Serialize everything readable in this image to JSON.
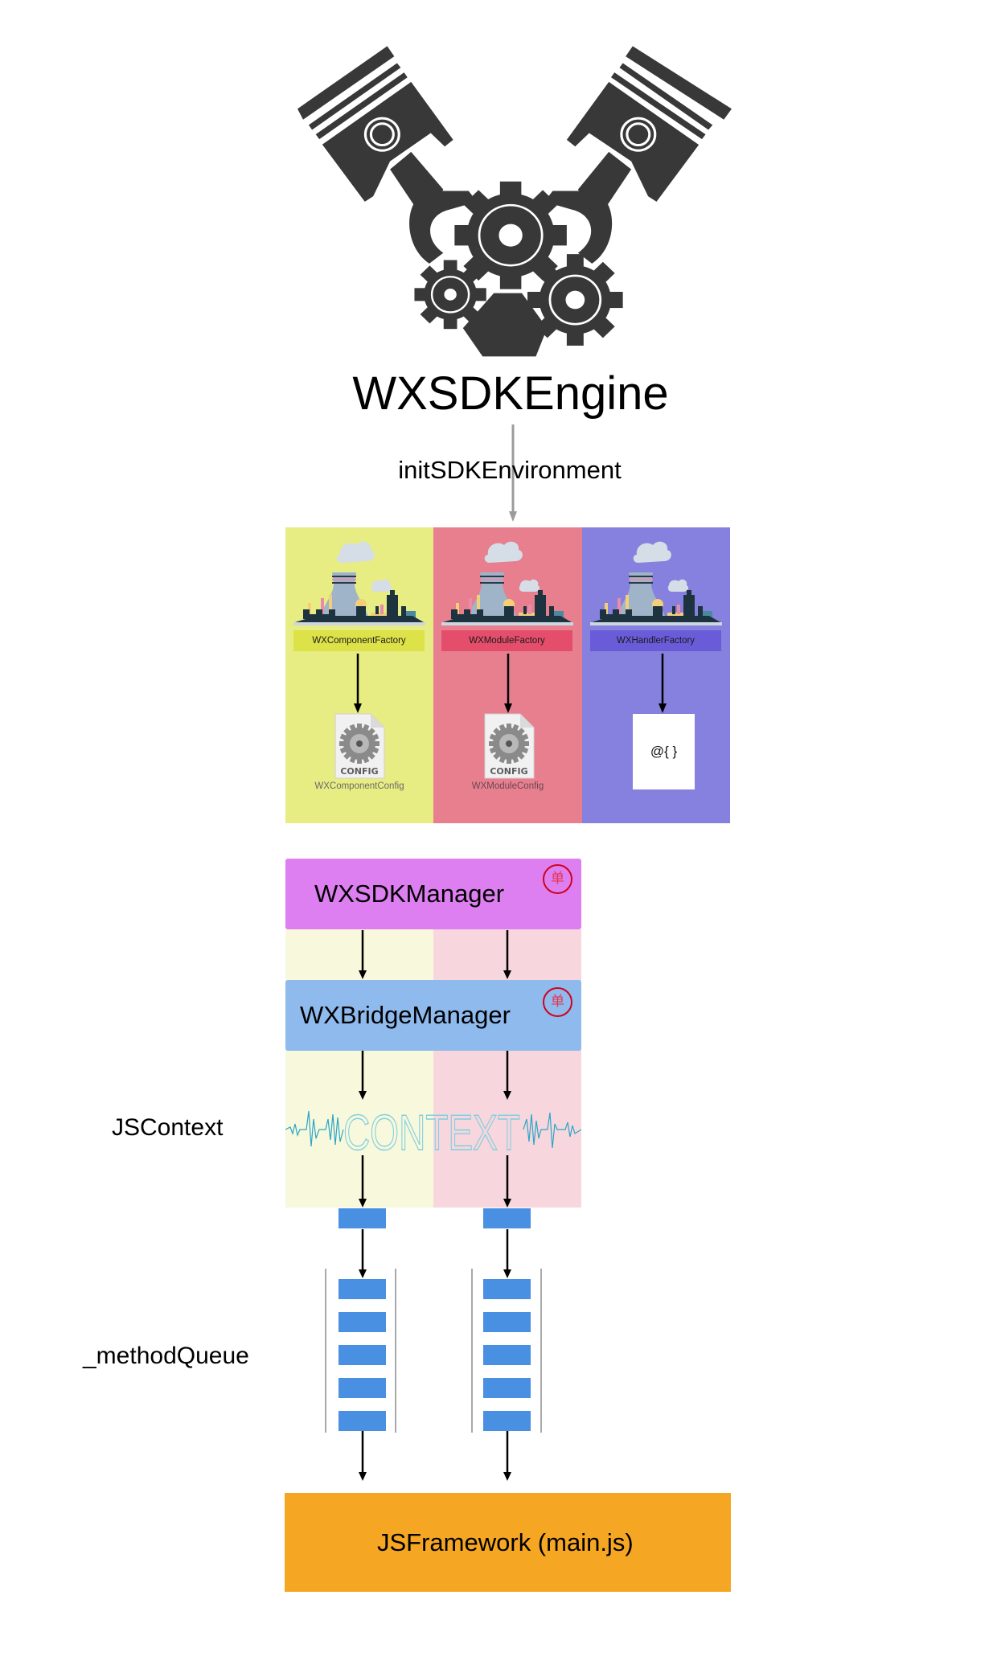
{
  "engine": {
    "icon": "engine-pistons-gears-icon",
    "title": "WXSDKEngine",
    "init_call": "initSDKEnvironment"
  },
  "factories": [
    {
      "name": "WXComponentFactory",
      "output_kind": "config-file",
      "output_label": "WXComponentConfig",
      "config_badge": "CONFIG",
      "color": "#e7ec83",
      "label_color": "#dde249"
    },
    {
      "name": "WXModuleFactory",
      "output_kind": "config-file",
      "output_label": "WXModuleConfig",
      "config_badge": "CONFIG",
      "color": "#e77f8f",
      "label_color": "#e44e6a"
    },
    {
      "name": "WXHandlerFactory",
      "output_kind": "dictionary",
      "output_label": "@{ }",
      "color": "#8680de",
      "label_color": "#6a5bd9"
    }
  ],
  "managers": [
    {
      "name": "WXSDKManager",
      "badge": "单",
      "color": "#dd7ff0"
    },
    {
      "name": "WXBridgeManager",
      "badge": "单",
      "color": "#8fbaee"
    }
  ],
  "side_labels": {
    "jscontext": "JSContext",
    "method_queue": "_methodQueue"
  },
  "context_art_text": "CONTEXT",
  "queues": [
    {
      "lane": "left",
      "items": 5
    },
    {
      "lane": "right",
      "items": 5
    }
  ],
  "framework": {
    "label": "JSFramework (main.js)",
    "color": "#f5a623"
  }
}
